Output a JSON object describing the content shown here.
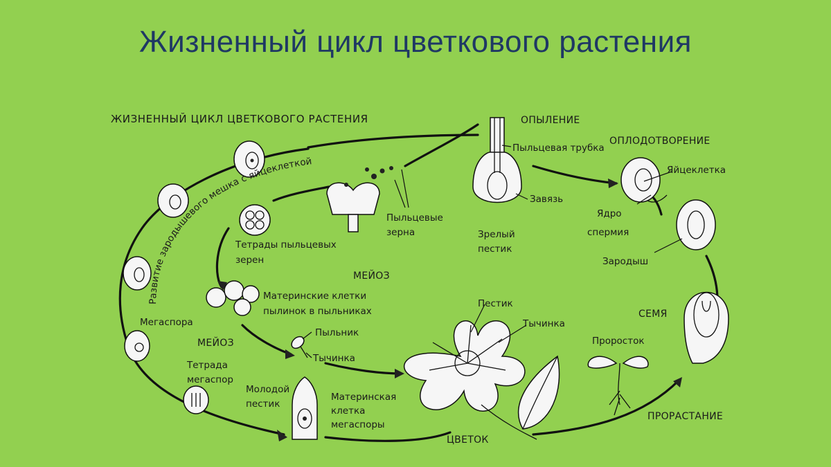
{
  "slide_title": "Жизненный цикл цветкового растения",
  "diagram": {
    "heading": "ЖИЗНЕННЫЙ ЦИКЛ ЦВЕТКОВОГО РАСТЕНИЯ",
    "curved_label": "Развитие зародышевого мешка с яйцеклеткой",
    "labels": {
      "pollination": "ОПЫЛЕНИЕ",
      "fertilization": "ОПЛОДОТВОРЕНИЕ",
      "pollen_tube": "Пыльцевая трубка",
      "egg_cell": "Яйцеклетка",
      "ovary": "Завязь",
      "sperm_nucleus_1": "Ядро",
      "sperm_nucleus_2": "спермия",
      "pollen_grains_1": "Пыльцевые",
      "pollen_grains_2": "зерна",
      "mature_pistil_1": "Зрелый",
      "mature_pistil_2": "пестик",
      "embryo": "Зародыш",
      "pollen_tetrads_1": "Тетрады пыльцевых",
      "pollen_tetrads_2": "зерен",
      "meiosis_top": "МЕЙОЗ",
      "mother_cells_1": "Материнские клетки",
      "mother_cells_2": "пылинок в пыльниках",
      "pistil": "Пестик",
      "stamen_flower": "Тычинка",
      "seed": "СЕМЯ",
      "megaspore": "Мегаспора",
      "seedling": "Проросток",
      "meiosis_bottom": "МЕЙОЗ",
      "anther": "Пыльник",
      "stamen_small": "Тычинка",
      "megaspore_tetrad_1": "Тетрада",
      "megaspore_tetrad_2": "мегаспор",
      "young_pistil_1": "Молодой",
      "young_pistil_2": "пестик",
      "megaspore_mother_1": "Материнская",
      "megaspore_mother_2": "клетка",
      "megaspore_mother_3": "мегаспоры",
      "germination": "ПРОРАСТАНИЕ",
      "flower": "ЦВЕТОК"
    }
  }
}
